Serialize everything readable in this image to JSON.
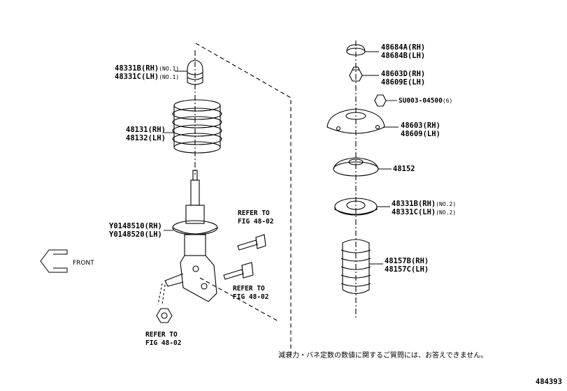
{
  "figure_id": "484393",
  "footnote": "減衰力・バネ定数の数値に関するご質問には、お答えできません。",
  "front_label": "FRONT",
  "parts": [
    {
      "num": "48331B",
      "side": "(RH)",
      "extra": "(NO.1)"
    },
    {
      "num": "48331C",
      "side": "(LH)",
      "extra": "(NO.1)"
    },
    {
      "num": "48131",
      "side": "(RH)",
      "extra": ""
    },
    {
      "num": "48132",
      "side": "(LH)",
      "extra": ""
    },
    {
      "num": "Y0148510",
      "side": "(RH)",
      "extra": ""
    },
    {
      "num": "Y0148520",
      "side": "(LH)",
      "extra": ""
    },
    {
      "num": "48684A",
      "side": "(RH)",
      "extra": ""
    },
    {
      "num": "48684B",
      "side": "(LH)",
      "extra": ""
    },
    {
      "num": "48603D",
      "side": "(RH)",
      "extra": ""
    },
    {
      "num": "48609E",
      "side": "(LH)",
      "extra": ""
    },
    {
      "num": "SU003-04500",
      "side": "",
      "extra": "(6)"
    },
    {
      "num": "48603",
      "side": "(RH)",
      "extra": ""
    },
    {
      "num": "48609",
      "side": "(LH)",
      "extra": ""
    },
    {
      "num": "48152",
      "side": "",
      "extra": ""
    },
    {
      "num": "48331B",
      "side": "(RH)",
      "extra": "(NO.2)"
    },
    {
      "num": "48331C",
      "side": "(LH)",
      "extra": "(NO.2)"
    },
    {
      "num": "48157B",
      "side": "(RH)",
      "extra": ""
    },
    {
      "num": "48157C",
      "side": "(LH)",
      "extra": ""
    }
  ],
  "refers": [
    {
      "line1": "REFER TO",
      "line2": "FIG 48-02"
    },
    {
      "line1": "REFER TO",
      "line2": "FIG 48-02"
    },
    {
      "line1": "REFER TO",
      "line2": "FIG 48-02"
    }
  ]
}
